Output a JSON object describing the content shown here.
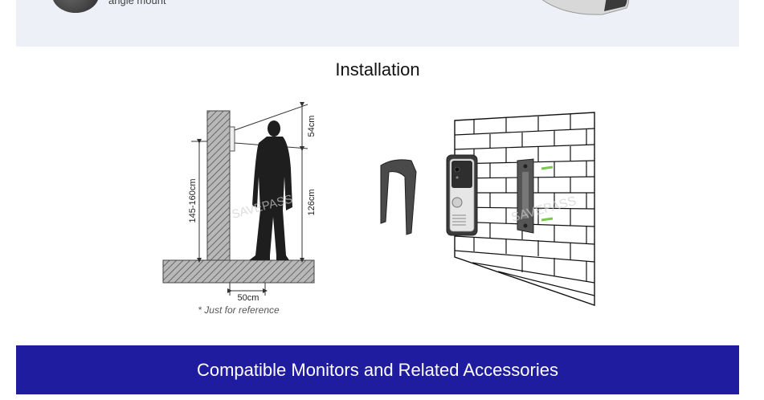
{
  "top_banner": {
    "caption": "angle mount"
  },
  "installation": {
    "title": "Installation",
    "height_range_label": "145-160cm",
    "camera_height_label": "126cm",
    "view_span_label": "54cm",
    "distance_label": "50cm",
    "reference_note": "* Just for reference",
    "watermark": "SAVEPASS"
  },
  "footer": {
    "heading": "Compatible Monitors and Related Accessories",
    "background_color": "#1f1ca0"
  }
}
